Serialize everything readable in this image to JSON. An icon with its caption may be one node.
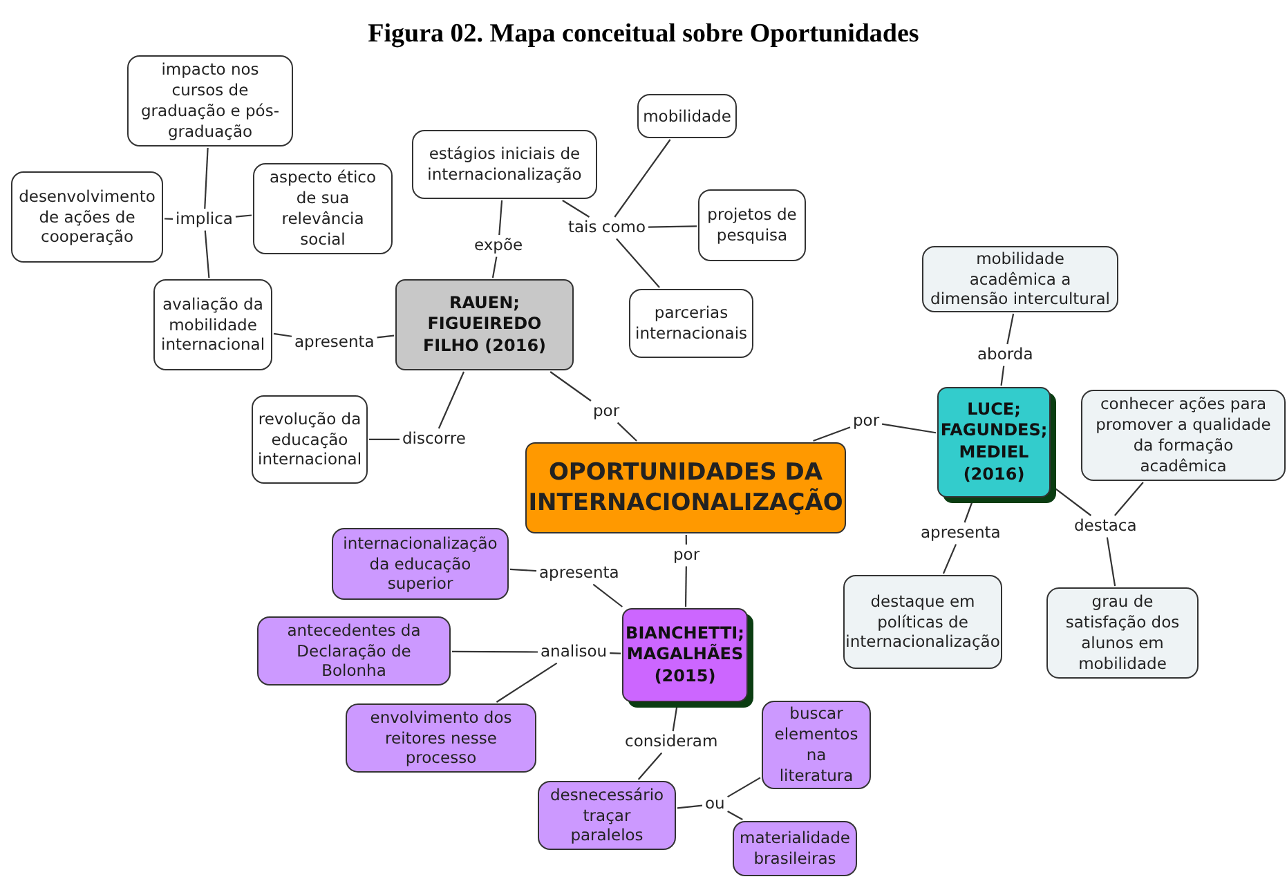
{
  "diagram": {
    "title": "Figura 02. Mapa conceitual sobre Oportunidades",
    "nodes": [
      {
        "text": [
          "impacto nos cursos de graduação e pós-graduação"
        ]
      },
      {
        "text": [
          "desenvolvimento de ações de cooperação"
        ]
      },
      {
        "text": [
          "implica"
        ]
      },
      {
        "text": [
          "aspecto ético de sua relevância social"
        ]
      },
      {
        "text": [
          "estágios iniciais de internacionalização"
        ]
      },
      {
        "text": [
          "mobilidade"
        ]
      },
      {
        "text": [
          "tais como"
        ]
      },
      {
        "text": [
          "projetos de pesquisa"
        ]
      },
      {
        "text": [
          "expõe"
        ]
      },
      {
        "text": [
          "avaliação da mobilidade internacional"
        ]
      },
      {
        "text": [
          "RAUEN; FIGUEIREDO FILHO (2016)"
        ]
      },
      {
        "text": [
          "apresenta"
        ]
      },
      {
        "text": [
          "parcerias internacionais"
        ]
      },
      {
        "text": [
          "mobilidade acadêmica a dimensão intercultural"
        ]
      },
      {
        "text": [
          "aborda"
        ]
      },
      {
        "text": [
          "revolução da educação internacional"
        ]
      },
      {
        "text": [
          "discorre"
        ]
      },
      {
        "text": [
          "por"
        ]
      },
      {
        "text": [
          "por"
        ]
      },
      {
        "text": [
          "LUCE; FAGUNDES; MEDIEL (2016)"
        ]
      },
      {
        "text": [
          "conhecer ações para promover a qualidade da formação acadêmica"
        ]
      },
      {
        "text": [
          "OPORTUNIDADES DA INTERNACIONALIZAÇÃO"
        ]
      },
      {
        "text": [
          "internacionalização da educação superior"
        ]
      },
      {
        "text": [
          "apresenta"
        ]
      },
      {
        "text": [
          "por"
        ]
      },
      {
        "text": [
          "apresenta"
        ]
      },
      {
        "text": [
          "destaca"
        ]
      },
      {
        "text": [
          "antecedentes da Declaração de Bolonha"
        ]
      },
      {
        "text": [
          "analisou"
        ]
      },
      {
        "text": [
          "BIANCHETTI; MAGALHÃES (2015)"
        ]
      },
      {
        "text": [
          "destaque em políticas de internacionalização"
        ]
      },
      {
        "text": [
          "grau de satisfação dos alunos em mobilidade"
        ]
      },
      {
        "text": [
          "envolvimento dos reitores nesse processo"
        ]
      },
      {
        "text": [
          "consideram"
        ]
      },
      {
        "text": [
          "buscar elementos na literatura"
        ]
      },
      {
        "text": [
          "desnecessário traçar paralelos"
        ]
      },
      {
        "text": [
          "ou"
        ]
      },
      {
        "text": [
          "materialidade brasileiras"
        ]
      }
    ],
    "edges": [
      {
        "from": 9,
        "to": 2,
        "arrow": "none"
      },
      {
        "from": 2,
        "to": 0,
        "arrow": "none"
      },
      {
        "from": 2,
        "to": 1,
        "arrow": "none"
      },
      {
        "from": 2,
        "to": 3,
        "arrow": "none"
      },
      {
        "from": 10,
        "to": 11,
        "arrow": "none"
      },
      {
        "from": 11,
        "to": 9,
        "arrow": "none"
      },
      {
        "from": 10,
        "to": 8,
        "arrow": "none"
      },
      {
        "from": 8,
        "to": 4,
        "arrow": "none"
      },
      {
        "from": 4,
        "to": 6,
        "arrow": "none"
      },
      {
        "from": 6,
        "to": 5,
        "arrow": "none"
      },
      {
        "from": 6,
        "to": 7,
        "arrow": "none"
      },
      {
        "from": 6,
        "to": 12,
        "arrow": "none"
      },
      {
        "from": 10,
        "to": 16,
        "arrow": "none"
      },
      {
        "from": 16,
        "to": 15,
        "arrow": "none"
      },
      {
        "from": 10,
        "to": 17,
        "arrow": "none"
      },
      {
        "from": 17,
        "to": 21,
        "arrow": "none"
      },
      {
        "from": 21,
        "to": 18,
        "arrow": "none"
      },
      {
        "from": 18,
        "to": 19,
        "arrow": "none"
      },
      {
        "from": 19,
        "to": 14,
        "arrow": "none"
      },
      {
        "from": 14,
        "to": 13,
        "arrow": "none"
      },
      {
        "from": 19,
        "to": 25,
        "arrow": "none"
      },
      {
        "from": 25,
        "to": 30,
        "arrow": "none"
      },
      {
        "from": 19,
        "to": 26,
        "arrow": "none"
      },
      {
        "from": 26,
        "to": 20,
        "arrow": "none"
      },
      {
        "from": 26,
        "to": 31,
        "arrow": "none"
      },
      {
        "from": 21,
        "to": 24,
        "arrow": "none"
      },
      {
        "from": 24,
        "to": 29,
        "arrow": "none"
      },
      {
        "from": 29,
        "to": 23,
        "arrow": "none"
      },
      {
        "from": 23,
        "to": 22,
        "arrow": "none"
      },
      {
        "from": 29,
        "to": 28,
        "arrow": "none"
      },
      {
        "from": 28,
        "to": 27,
        "arrow": "none"
      },
      {
        "from": 28,
        "to": 32,
        "arrow": "none"
      },
      {
        "from": 29,
        "to": 33,
        "arrow": "none"
      },
      {
        "from": 33,
        "to": 35,
        "arrow": "none"
      },
      {
        "from": 35,
        "to": 36,
        "arrow": "none"
      },
      {
        "from": 36,
        "to": 34,
        "arrow": "none"
      },
      {
        "from": 36,
        "to": 37,
        "arrow": "none"
      }
    ]
  }
}
